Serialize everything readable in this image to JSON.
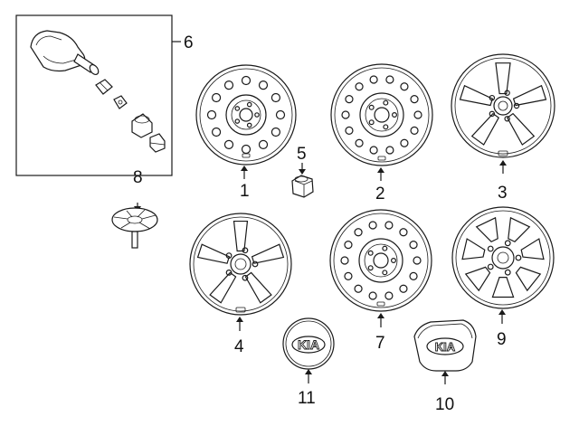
{
  "callouts": {
    "c1": "1",
    "c2": "2",
    "c3": "3",
    "c4": "4",
    "c5": "5",
    "c6": "6",
    "c7": "7",
    "c8": "8",
    "c9": "9",
    "c10": "10",
    "c11": "11"
  },
  "logo": {
    "cap11": "KIA",
    "cap10": "KIA"
  },
  "colors": {
    "line": "#1a1a1a",
    "background": "#ffffff"
  }
}
